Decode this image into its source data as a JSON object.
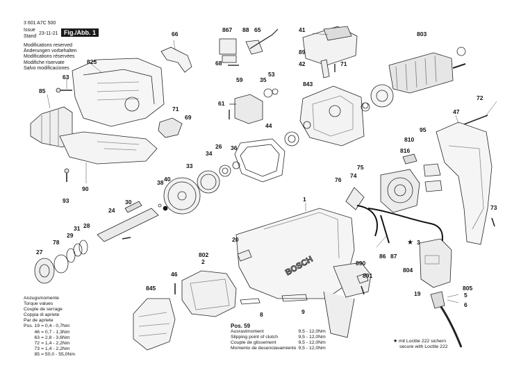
{
  "header": {
    "doc_number": "3 601 A7C 500",
    "issue_label": "Issue",
    "stand_label": "Stand",
    "date": "23-11-21",
    "fig_label": "Fig./Abb. 1"
  },
  "notes": [
    "Modifications reserved",
    "Änderungen vorbehalten",
    "Modifications réservées",
    "Modifiche riservate",
    "Salvo modificaciones"
  ],
  "torque": {
    "headings": [
      "Anzugsmomente",
      "Torque values",
      "Couple de serrage",
      "Coppia di apriete",
      "Par de apriete"
    ],
    "rows": [
      {
        "pos": "Pos. 19",
        "val": "= 0,4 - 0,7Nm"
      },
      {
        "pos": "46",
        "val": "= 0,7 - 1,3Nm"
      },
      {
        "pos": "63",
        "val": "= 2,8 - 3,6Nm"
      },
      {
        "pos": "72",
        "val": "= 1,4 - 2,2Nm"
      },
      {
        "pos": "73",
        "val": "= 1,4 - 2,2Nm"
      },
      {
        "pos": "85",
        "val": "= 50,0 - 55,0Nm"
      }
    ]
  },
  "pos59": {
    "title": "Pos. 59",
    "rows": [
      {
        "label": "Ausrastmoment",
        "val": "9,5 - 12,0Nm"
      },
      {
        "label": "Slipping point of clutch",
        "val": "9,5 - 12,0Nm"
      },
      {
        "label": "Couple de glissement",
        "val": "9,5 - 12,0Nm"
      },
      {
        "label": "Momento de desenclavamiento",
        "val": "9,5 - 12,0Nm"
      }
    ]
  },
  "loctite": {
    "line1": "mit Loctite 222 sichern",
    "line2": "secure with Loctite 222",
    "star": "★"
  },
  "parts": {
    "p66": "66",
    "p825": "825",
    "p63": "63",
    "p85": "85",
    "p71a": "71",
    "p69": "69",
    "p90": "90",
    "p93": "93",
    "p867": "867",
    "p88": "88",
    "p65": "65",
    "p68": "68",
    "p59": "59",
    "p35": "35",
    "p53": "53",
    "p61": "61",
    "p41": "41",
    "p89": "89",
    "p42": "42",
    "p71b": "71",
    "p843": "843",
    "p803": "803",
    "p72": "72",
    "p47": "47",
    "p44": "44",
    "p36": "36",
    "p34": "34",
    "p33": "33",
    "p26": "26",
    "p40": "40",
    "p38": "38",
    "p30": "30",
    "p24": "24",
    "p31": "31",
    "p28": "28",
    "p29": "29",
    "p78": "78",
    "p27": "27",
    "p816": "816",
    "p810": "810",
    "p95": "95",
    "p75": "75",
    "p74": "74",
    "p76": "76",
    "p73": "73",
    "p1": "1",
    "p20": "20",
    "p802": "802",
    "p2": "2",
    "p46": "46",
    "p845": "845",
    "p8": "8",
    "p9": "9",
    "p86": "86",
    "p87": "87",
    "p890": "890",
    "p891": "891",
    "p804": "804",
    "p19": "19",
    "p805": "805",
    "p5": "5",
    "p6": "6",
    "p3": "3"
  },
  "brand_mark": "BOSCH"
}
